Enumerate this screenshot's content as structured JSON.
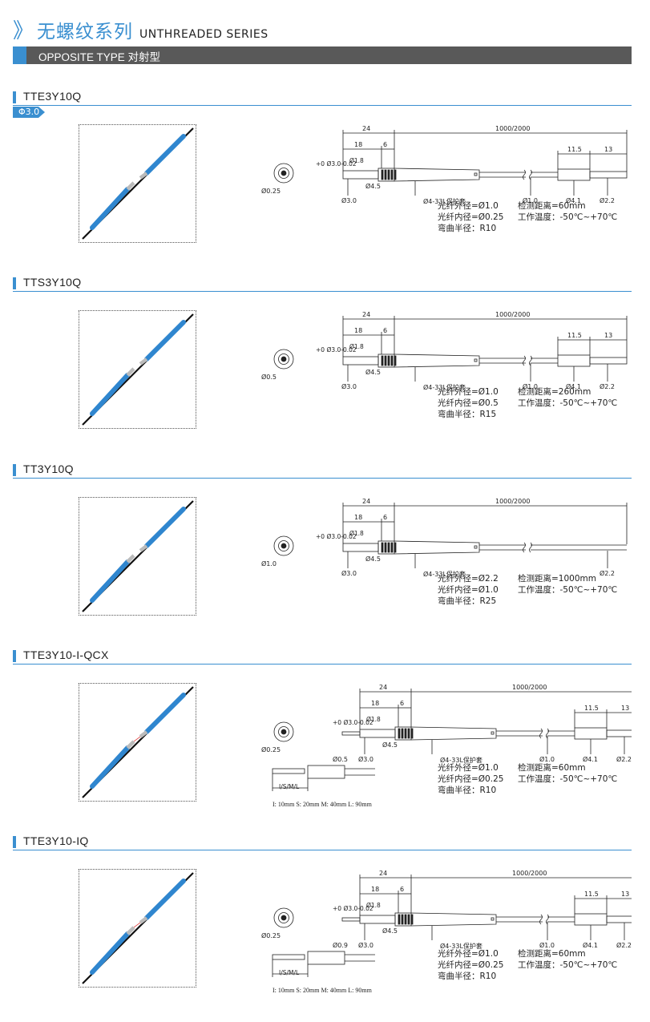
{
  "header": {
    "chevron": "》",
    "title_cn": "无螺纹系列",
    "title_en": "UNTHREADED SERIES"
  },
  "band": {
    "label": "OPPOSITE TYPE 对射型"
  },
  "colors": {
    "accent": "#3a8fd0",
    "band": "#595959",
    "fiber_blue": "#2f86cf"
  },
  "sections": [
    {
      "name": "TTE3Y10Q",
      "tag": "Φ3.0",
      "dims": {
        "d24": "24",
        "d18": "18",
        "d6": "6",
        "len": "1000/2000",
        "d115": "11.5",
        "d13": "13",
        "tol": "+0 Ø3.0-0.02",
        "d18v": "Ø1.8"
      },
      "labels": {
        "end": "Ø0.25",
        "head": "Ø3.0",
        "d45": "Ø4.5",
        "sleeve": "Ø4-33L保护套",
        "f1": "Ø1.0",
        "f2": "Ø4.1",
        "f3": "Ø2.2"
      },
      "specs": [
        "光纤外径=Ø1.0",
        "光纤内径=Ø0.25",
        "弯曲半径：R10"
      ],
      "specs2": [
        "检测距离=60mm",
        "工作温度：-50℃~+70℃"
      ]
    },
    {
      "name": "TTS3Y10Q",
      "dims": {
        "d24": "24",
        "d18": "18",
        "d6": "6",
        "len": "1000/2000",
        "d115": "11.5",
        "d13": "13",
        "tol": "+0 Ø3.0-0.02",
        "d18v": "Ø1.8"
      },
      "labels": {
        "end": "Ø0.5",
        "head": "Ø3.0",
        "d45": "Ø4.5",
        "sleeve": "Ø4-33L保护套",
        "f1": "Ø1.0",
        "f2": "Ø4.1",
        "f3": "Ø2.2"
      },
      "specs": [
        "光纤外径=Ø1.0",
        "光纤内径=Ø0.5",
        "弯曲半径：R15"
      ],
      "specs2": [
        "检测距离=260mm",
        "工作温度：-50℃~+70℃"
      ]
    },
    {
      "name": "TT3Y10Q",
      "dims": {
        "d24": "24",
        "d18": "18",
        "d6": "6",
        "len": "1000/2000",
        "tol": "+0 Ø3.0-0.02",
        "d18v": "Ø1.8"
      },
      "labels": {
        "end": "Ø1.0",
        "head": "Ø3.0",
        "d45": "Ø4.5",
        "sleeve": "Ø4-33L保护套",
        "f3": "Ø2.2"
      },
      "specs": [
        "光纤外径=Ø2.2",
        "光纤内径=Ø1.0",
        "弯曲半径：R25"
      ],
      "specs2": [
        "检测距离=1000mm",
        "工作温度：-50℃~+70℃"
      ]
    },
    {
      "name": "TTE3Y10-I-QCX",
      "dims": {
        "d24": "24",
        "d18": "18",
        "d6": "6",
        "len": "1000/2000",
        "d115": "11.5",
        "d13": "13",
        "tol": "+0 Ø3.0-0.02",
        "d18v": "Ø1.8"
      },
      "labels": {
        "end": "Ø0.25",
        "tip": "Ø0.5",
        "head": "Ø3.0",
        "d45": "Ø4.5",
        "sleeve": "Ø4-33L保护套",
        "f1": "Ø1.0",
        "f2": "Ø4.1",
        "f3": "Ø2.2",
        "isml": "I/S/M/L"
      },
      "note": "I: 10mm S: 20mm M: 40mm L: 90mm",
      "specs": [
        "光纤外径=Ø1.0",
        "光纤内径=Ø0.25",
        "弯曲半径：R10"
      ],
      "specs2": [
        "检测距离=60mm",
        "工作温度：-50℃~+70℃"
      ]
    },
    {
      "name": "TTE3Y10-IQ",
      "dims": {
        "d24": "24",
        "d18": "18",
        "d6": "6",
        "len": "1000/2000",
        "d115": "11.5",
        "d13": "13",
        "tol": "+0 Ø3.0-0.02",
        "d18v": "Ø1.8"
      },
      "labels": {
        "end": "Ø0.25",
        "tip": "Ø0.9",
        "head": "Ø3.0",
        "d45": "Ø4.5",
        "sleeve": "Ø4-33L保护套",
        "f1": "Ø1.0",
        "f2": "Ø4.1",
        "f3": "Ø2.2",
        "isml": "I/S/M/L"
      },
      "note": "I: 10mm S: 20mm M: 40mm L: 90mm",
      "specs": [
        "光纤外径=Ø1.0",
        "光纤内径=Ø0.25",
        "弯曲半径：R10"
      ],
      "specs2": [
        "检测距离=60mm",
        "工作温度：-50℃~+70℃"
      ]
    }
  ]
}
